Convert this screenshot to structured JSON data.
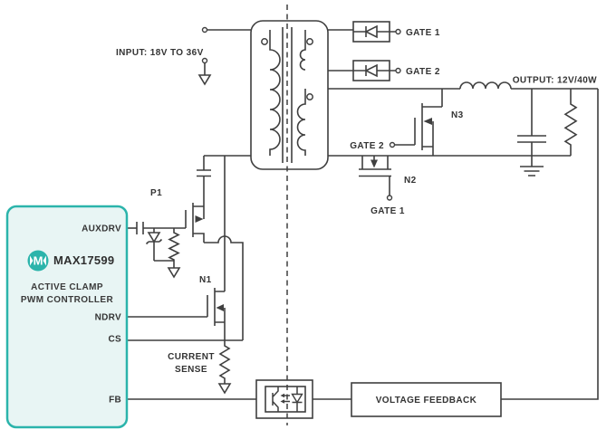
{
  "colors": {
    "accent_teal": "#2bb4ab",
    "chip_fill": "#e8f5f4",
    "line": "#3f3f3f",
    "text": "#333333"
  },
  "controller": {
    "logo_letter": "M",
    "part_number": "MAX17599",
    "description_line1": "ACTIVE CLAMP",
    "description_line2": "PWM CONTROLLER",
    "pins": [
      {
        "name": "AUXDRV"
      },
      {
        "name": "NDRV"
      },
      {
        "name": "CS"
      },
      {
        "name": "FB"
      }
    ]
  },
  "labels": {
    "input": "INPUT: 18V TO 36V",
    "output": "OUTPUT: 12V/40W",
    "gate1_terminal": "GATE 1",
    "gate2_terminal": "GATE 2",
    "gate2_n3_drive": "GATE 2",
    "gate1_n2_drive": "GATE 1",
    "current_sense_line1": "CURRENT",
    "current_sense_line2": "SENSE",
    "voltage_feedback": "VOLTAGE FEEDBACK",
    "p1": "P1",
    "n1": "N1",
    "n2": "N2",
    "n3": "N3"
  }
}
